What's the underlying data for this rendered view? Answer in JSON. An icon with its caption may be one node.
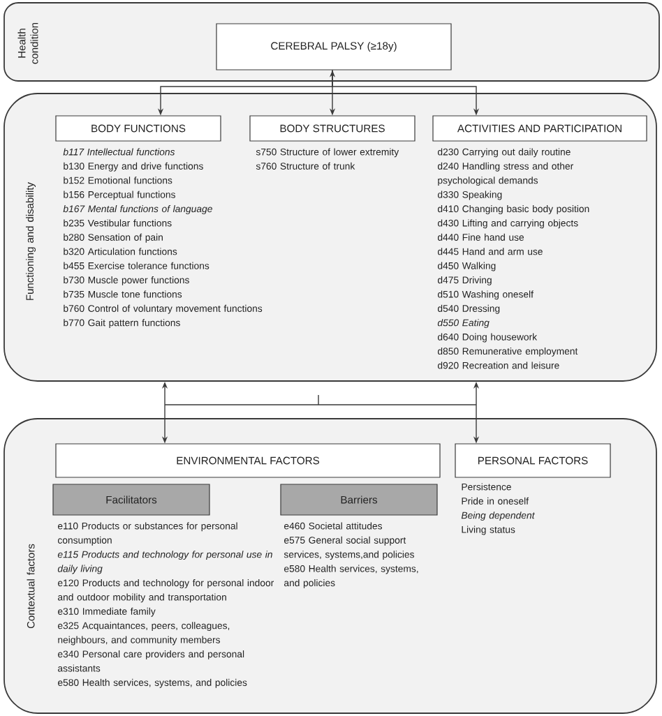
{
  "diagram": {
    "nodes": [
      {
        "text": [
          "Health condition"
        ]
      },
      {
        "text": [
          "CEREBRAL PALSY (≥18y)"
        ],
        "in": 0
      },
      {
        "text": [
          "Functioning and disability"
        ]
      },
      {
        "text": [
          "BODY FUNCTIONS"
        ],
        "in": 2,
        "beside": [
          "*b117 Intellectual functions*",
          "b130 Energy and drive functions",
          "b152 Emotional functions",
          "b156 Perceptual functions",
          "*b167 Mental functions of language*",
          "b235 Vestibular functions",
          "b280 Sensation of pain",
          "b320 Articulation functions",
          "b455 Exercise tolerance functions",
          "b730 Muscle power functions",
          "b735 Muscle tone functions",
          "b760 Control of voluntary movement functions",
          "b770 Gait pattern functions"
        ]
      },
      {
        "text": [
          "BODY STRUCTURES"
        ],
        "in": 2,
        "beside": [
          "s750 Structure of lower extremity",
          "s760 Structure of trunk"
        ]
      },
      {
        "text": [
          "ACTIVITIES AND PARTICIPATION"
        ],
        "in": 2,
        "beside": [
          "d230 Carrying out daily routine",
          "d240 Handling stress and other psychological demands",
          "d330 Speaking",
          "d410 Changing basic body position",
          "d430 Lifting and carrying objects",
          "d440 Fine hand use",
          "d445 Hand and arm use",
          "d450 Walking",
          "d475 Driving",
          "d510 Washing oneself",
          "d540 Dressing",
          "*d550 Eating*",
          "d640 Doing housework",
          "d850 Remunerative employment",
          "d920 Recreation and leisure"
        ]
      },
      {
        "text": [
          "Contextual factors"
        ]
      },
      {
        "text": [
          "ENVIRONMENTAL FACTORS"
        ],
        "in": 6
      },
      {
        "text": [
          "PERSONAL FACTORS"
        ],
        "in": 6,
        "beside": [
          "Persistence",
          "Pride in oneself",
          "*Being dependent*",
          "Living status"
        ]
      },
      {
        "text": [
          "Facilitators"
        ],
        "in": 6,
        "beside": [
          "e110 Products or substances for personal consumption",
          "*e115 Products and technology for personal use in daily living*",
          "e120 Products and technology for personal indoor and outdoor mobility and transportation",
          "e310 Immediate family",
          "e325 Acquaintances, peers, colleagues, neighbours, and community members",
          "e340 Personal care providers and personal assistants",
          "e580 Health services, systems, and policies"
        ]
      },
      {
        "text": [
          "Barriers"
        ],
        "in": 6,
        "beside": [
          "e460 Societal attitudes",
          "e575 General social support services, systems,and policies",
          "e580 Health services, systems, and policies"
        ]
      }
    ],
    "edges": [
      {
        "from": 1,
        "to": 3,
        "arrow": "to"
      },
      {
        "from": 1,
        "to": 4,
        "arrow": "both"
      },
      {
        "from": 1,
        "to": 5,
        "arrow": "to"
      },
      {
        "from": 2,
        "to": 7,
        "arrow": "both"
      },
      {
        "from": 2,
        "to": 8,
        "arrow": "both"
      }
    ]
  }
}
